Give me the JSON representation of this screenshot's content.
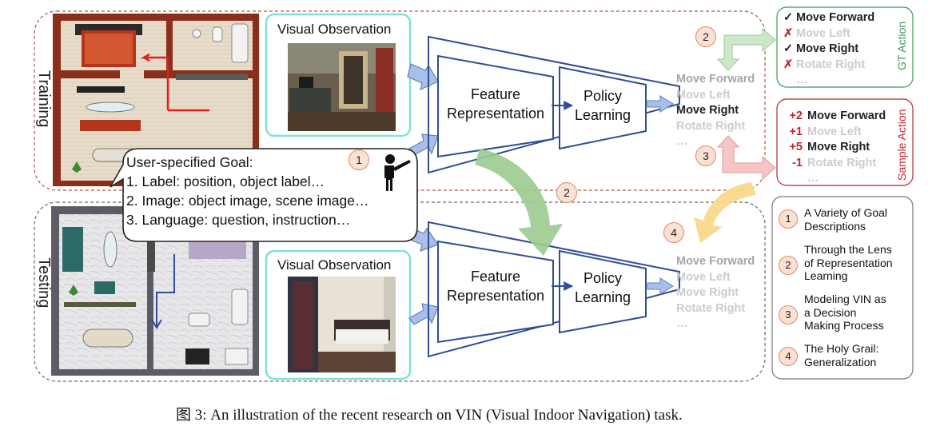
{
  "sections": {
    "training_label": "Training",
    "testing_label": "Testing"
  },
  "observation": {
    "top_label": "Visual Observation",
    "bottom_label": "Visual Observation"
  },
  "modules": {
    "feature_line1": "Feature",
    "feature_line2": "Representation",
    "policy_line1": "Policy",
    "policy_line2": "Learning"
  },
  "goal": {
    "title": "User-specified Goal:",
    "items": [
      "1.  Label: position, object label…",
      "2.  Image: object image, scene image…",
      "3.  Language: question, instruction…"
    ]
  },
  "actions_top": [
    "Move Forward",
    "Move Left",
    "Move Right",
    "Rotate Right",
    "…"
  ],
  "actions_bottom": [
    "Move Forward",
    "Move Left",
    "Move Right",
    "Rotate Right",
    "…"
  ],
  "gt_action": {
    "title": "GT Action",
    "marks": [
      "✓",
      "✗",
      "✓",
      "✗"
    ],
    "items": [
      "Move Forward",
      "Move Left",
      "Move Right",
      "Rotate Right",
      "…"
    ]
  },
  "sample_action": {
    "title": "Sample Action",
    "scores": [
      "+2",
      "+1",
      "+5",
      "-1"
    ],
    "items": [
      "Move Forward",
      "Move Left",
      "Move Right",
      "Rotate Right",
      "…"
    ]
  },
  "badges": {
    "goal": "1",
    "gt": "2",
    "flow": "2",
    "sample": "3",
    "generalize": "4"
  },
  "legend": [
    {
      "num": "1",
      "line1": "A Variety of Goal",
      "line2": "Descriptions",
      "line3": ""
    },
    {
      "num": "2",
      "line1": "Through the Lens",
      "line2": "of Representation",
      "line3": "Learning"
    },
    {
      "num": "3",
      "line1": "Modeling VIN as",
      "line2": "a Decision",
      "line3": "Making Process"
    },
    {
      "num": "4",
      "line1": "The Holy Grail:",
      "line2": "Generalization",
      "line3": ""
    }
  ],
  "caption": "图 3: An illustration of the recent research on VIN (Visual Indoor Navigation) task.",
  "colors": {
    "network_blue": "#2f4e96",
    "arrow_blue": "#8eaad8",
    "green": "#3a9c58",
    "red": "#c0262c",
    "teal_frame": "#7ee3d6",
    "badge_fill": "#fbe1d4",
    "brown_floor": "#8b2e1a"
  }
}
